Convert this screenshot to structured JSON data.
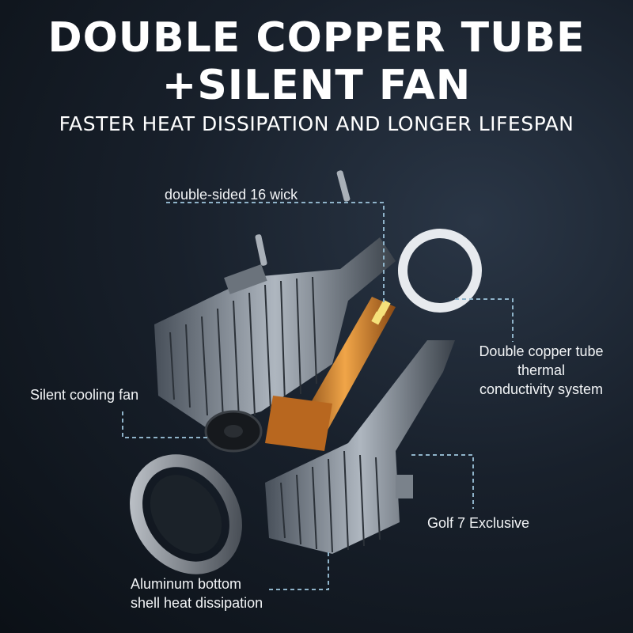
{
  "headline": {
    "line1": "DOUBLE COPPER TUBE",
    "line2": "+SILENT FAN",
    "subline": "FASTER HEAT DISSIPATION AND LONGER LIFESPAN"
  },
  "callouts": {
    "wick": "double-sided 16 wick",
    "copper_line1": "Double copper tube",
    "copper_line2": "thermal",
    "copper_line3": "conductivity system",
    "fan": "Silent cooling fan",
    "golf": "Golf 7 Exclusive",
    "alu_line1": "Aluminum bottom",
    "alu_line2": "shell heat dissipation"
  },
  "colors": {
    "text": "#ffffff",
    "leader": "#8fb3c9",
    "copper": "#d9892f",
    "metal": "#9aa3ad"
  }
}
